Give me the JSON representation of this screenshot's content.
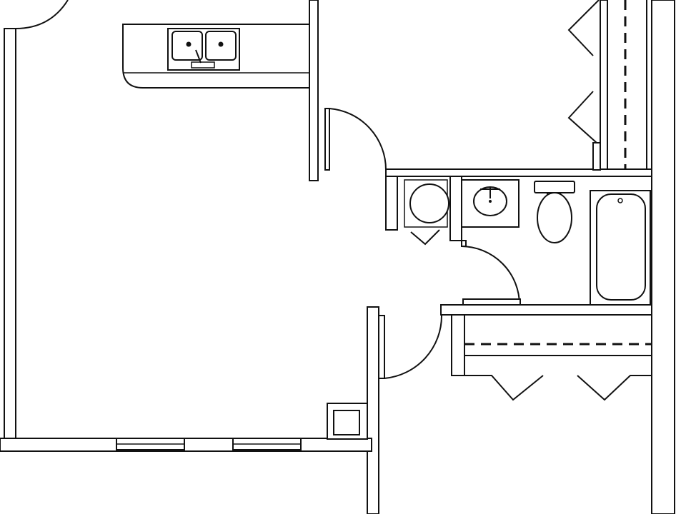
{
  "diagram": {
    "type": "floor-plan",
    "style": "black line drawing on white, no text labels",
    "colors": {
      "line": "#111111",
      "background": "#ffffff"
    },
    "rooms": [
      "living-area",
      "kitchen",
      "bedroom",
      "bathroom",
      "second-bedroom",
      "closet",
      "linen-closet",
      "bedroom-closet"
    ],
    "fixtures": [
      "double-kitchen-sink",
      "water-heater",
      "bathroom-sink",
      "toilet",
      "bathtub",
      "windows",
      "hinged-doors",
      "bifold-closet-doors"
    ]
  }
}
